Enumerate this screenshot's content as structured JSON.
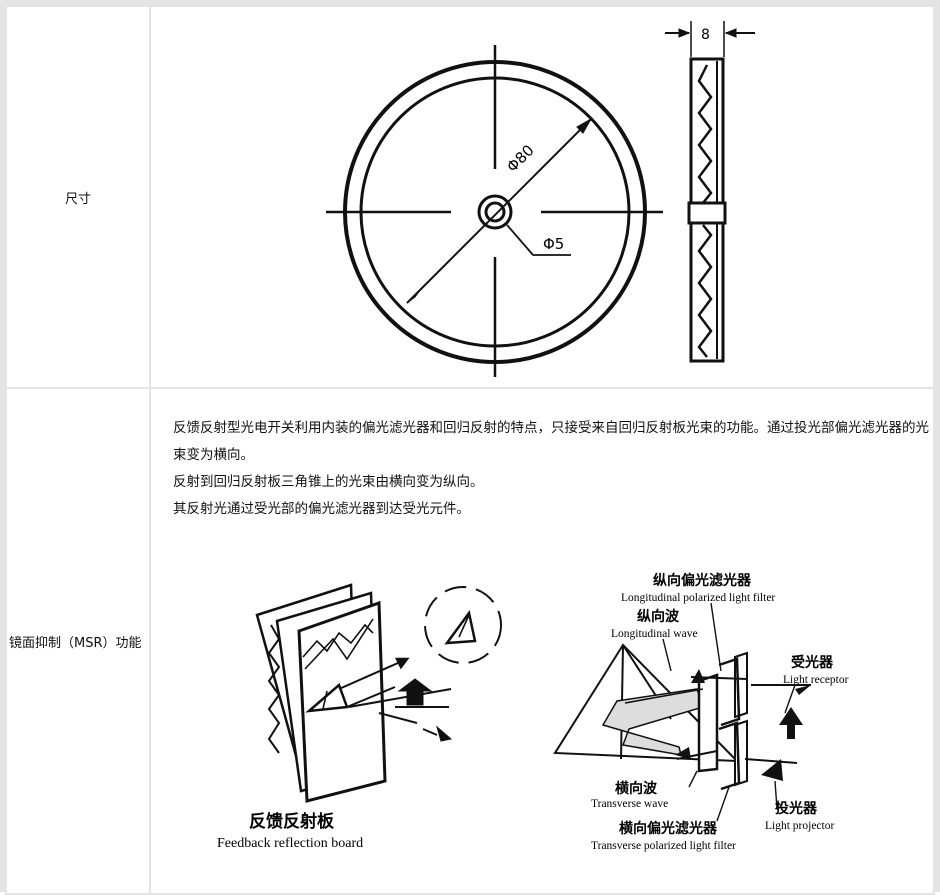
{
  "rows": [
    {
      "label": "尺寸"
    },
    {
      "label": "镜面抑制（MSR）功能"
    }
  ],
  "dimensions": {
    "outer_diameter": "Φ80",
    "hole_diameter": "Φ5",
    "thickness": "8"
  },
  "msr_text": [
    "反馈反射型光电开关利用内装的偏光滤光器和回归反射的特点，只接受来自回归反射板光束的功能。通过投光部偏光滤光器的光束变为横向。",
    "反射到回归反射板三角锥上的光束由横向变为纵向。",
    "其反射光通过受光部的偏光滤光器到达受光元件。"
  ],
  "diagram_left": {
    "title_cn": "反馈反射板",
    "title_en": "Feedback reflection board"
  },
  "diagram_right": {
    "long_filter_cn": "纵向偏光滤光器",
    "long_filter_en": "Longitudinal polarized light filter",
    "long_wave_cn": "纵向波",
    "long_wave_en": "Longitudinal wave",
    "receptor_cn": "受光器",
    "receptor_en": "Light receptor",
    "trans_wave_cn": "横向波",
    "trans_wave_en": "Transverse wave",
    "projector_cn": "投光器",
    "projector_en": "Light projector",
    "trans_filter_cn": "横向偏光滤光器",
    "trans_filter_en": "Transverse polarized light filter"
  }
}
